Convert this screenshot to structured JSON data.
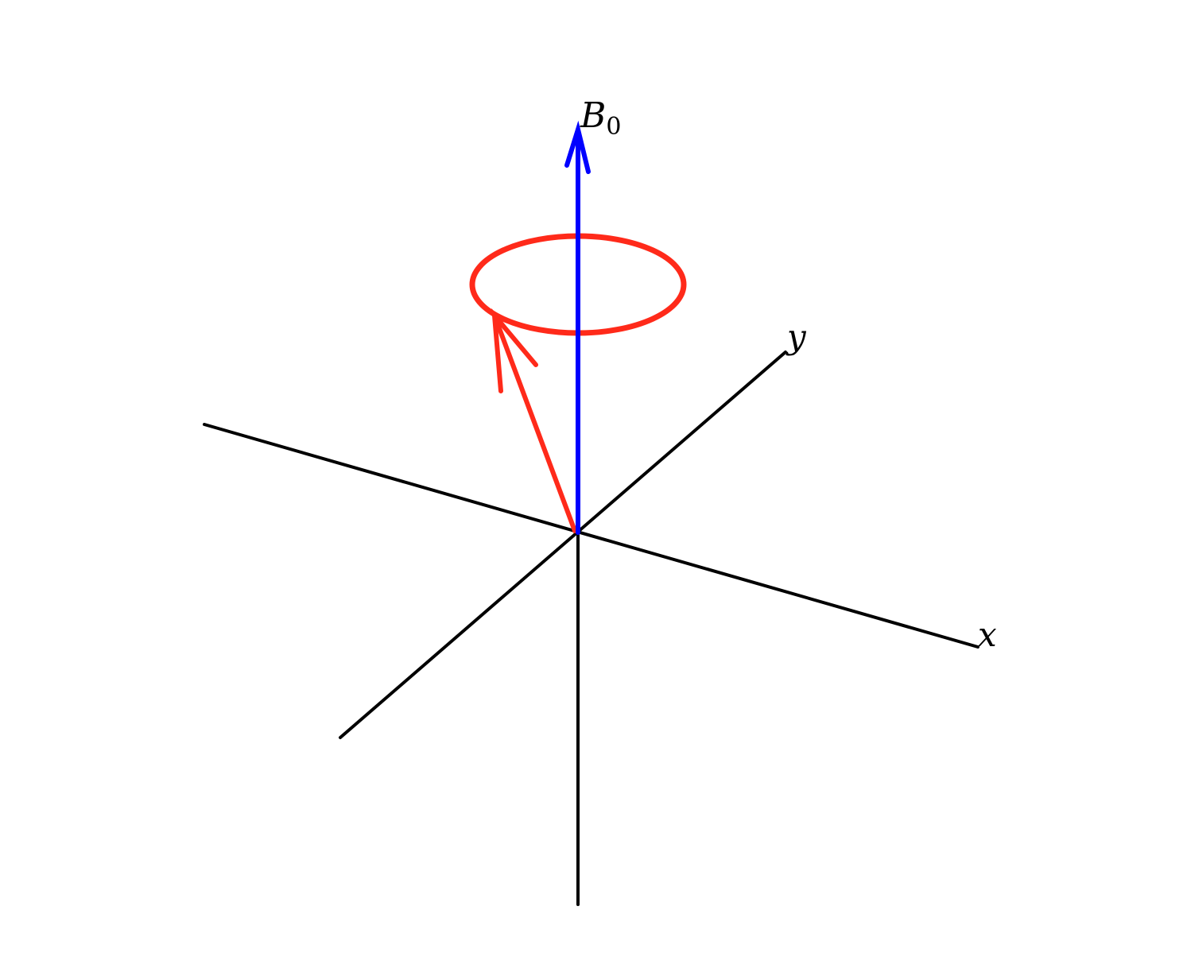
{
  "labels": {
    "x_axis": "x",
    "y_axis": "y",
    "field": "B",
    "field_subscript": "0"
  },
  "colors": {
    "axes": "#000000",
    "field_vector": "#0000ff",
    "magnetization": "#ff2a1a",
    "background": "#ffffff"
  }
}
